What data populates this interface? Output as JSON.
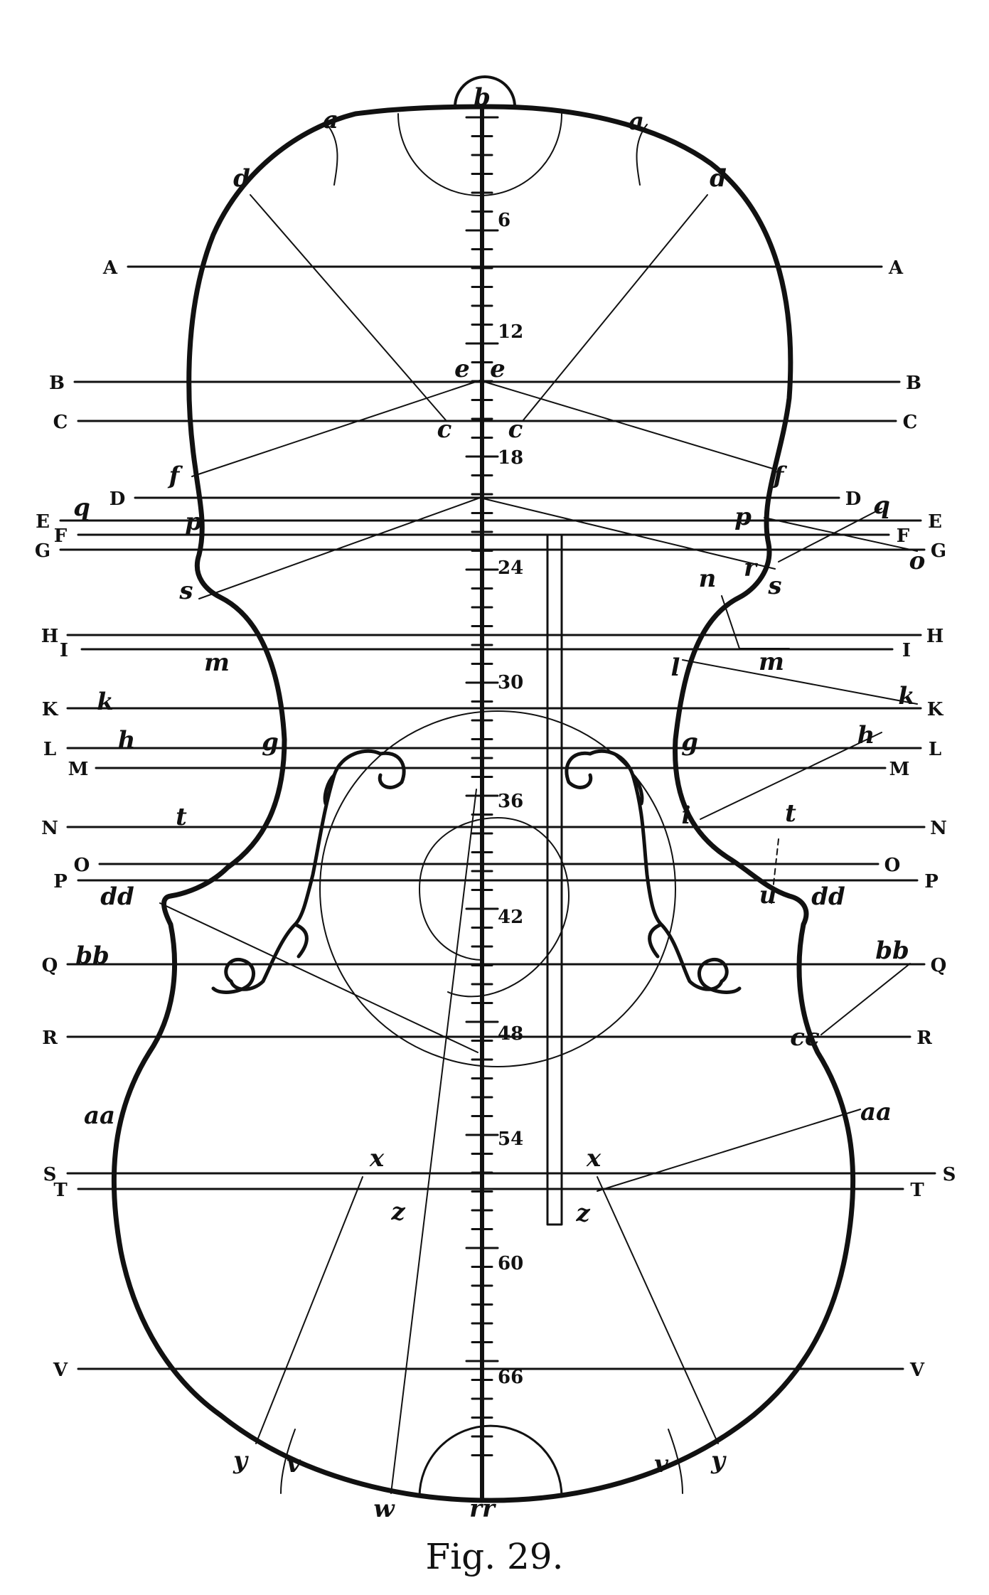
{
  "caption": "Fig. 29.",
  "scale_labels": [
    "6",
    "12",
    "18",
    "24",
    "30",
    "36",
    "42",
    "48",
    "54",
    "60",
    "66"
  ],
  "station_letters": [
    "A",
    "B",
    "C",
    "D",
    "E",
    "F",
    "G",
    "H",
    "I",
    "K",
    "L",
    "M",
    "N",
    "O",
    "P",
    "Q",
    "R",
    "S",
    "T",
    "V"
  ],
  "point_labels": {
    "b": "b",
    "a": "a",
    "d": "d",
    "e": "e",
    "c": "c",
    "f": "f",
    "q": "q",
    "p": "p",
    "o": "o",
    "r": "r",
    "s": "s",
    "n": "n",
    "m": "m",
    "l": "l",
    "k": "k",
    "h": "h",
    "g": "g",
    "i": "i",
    "t": "t",
    "u": "u",
    "dd": "dd",
    "bb": "bb",
    "cc": "cc",
    "aa": "aa",
    "x": "x",
    "z": "z",
    "y": "y",
    "v": "v",
    "w": "w",
    "rr": "rr"
  },
  "colors": {
    "ink": "#111111",
    "paper": "#ffffff"
  }
}
